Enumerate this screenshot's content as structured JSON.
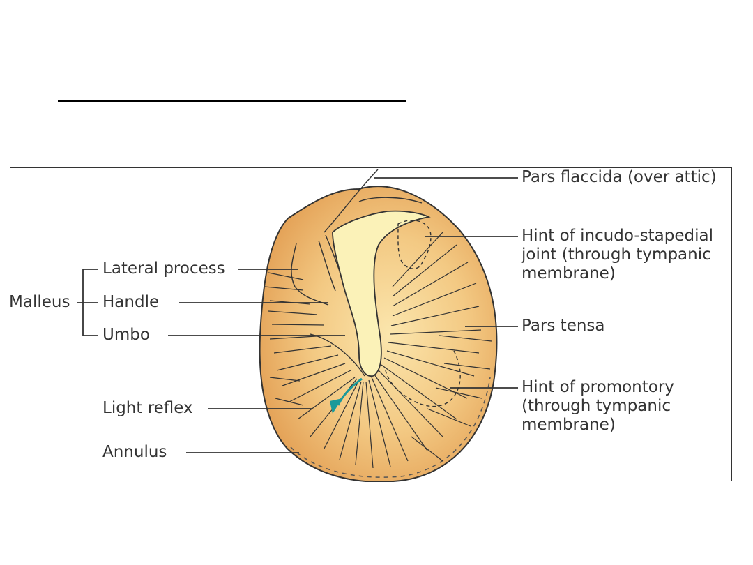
{
  "labels": {
    "pars_flaccida": "Pars flaccida (over attic)",
    "incudo_stapedial": "Hint of incudo-stapedial\njoint (through tympanic\nmembrane)",
    "pars_tensa": "Pars tensa",
    "promontory": "Hint of promontory\n(through tympanic\nmembrane)",
    "malleus": "Malleus",
    "lateral_process": "Lateral process",
    "handle": "Handle",
    "umbo": "Umbo",
    "light_reflex": "Light reflex",
    "annulus": "Annulus"
  },
  "colors": {
    "membrane_center": "#f8dc9c",
    "membrane_edge": "#e4a058",
    "malleus_fill": "#fbf2b8",
    "light_reflex": "#1a9a9a",
    "line": "#333333"
  }
}
